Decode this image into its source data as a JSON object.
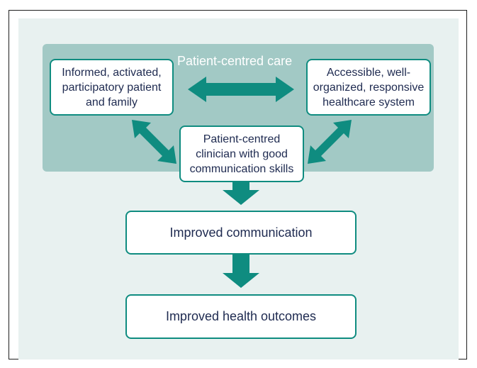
{
  "diagram": {
    "region_title": "Patient-centred care",
    "nodes": {
      "patient": "Informed, activated,\nparticipatory patient\nand family",
      "system": "Accessible, well-\norganized, responsive\nhealthcare system",
      "clinician": "Patient-centred\nclinician with good\ncommunication skills",
      "communication": "Improved communication",
      "outcomes": "Improved health outcomes"
    },
    "edges": [
      {
        "from": "patient",
        "to": "system",
        "direction": "both"
      },
      {
        "from": "patient",
        "to": "clinician",
        "direction": "both"
      },
      {
        "from": "system",
        "to": "clinician",
        "direction": "both"
      },
      {
        "from": "clinician",
        "to": "communication",
        "direction": "forward"
      },
      {
        "from": "communication",
        "to": "outcomes",
        "direction": "forward"
      }
    ],
    "colors": {
      "accent": "#0f8c80",
      "region": "#a2c9c5",
      "background": "#e8f1f0",
      "text": "#1e2a50"
    }
  }
}
